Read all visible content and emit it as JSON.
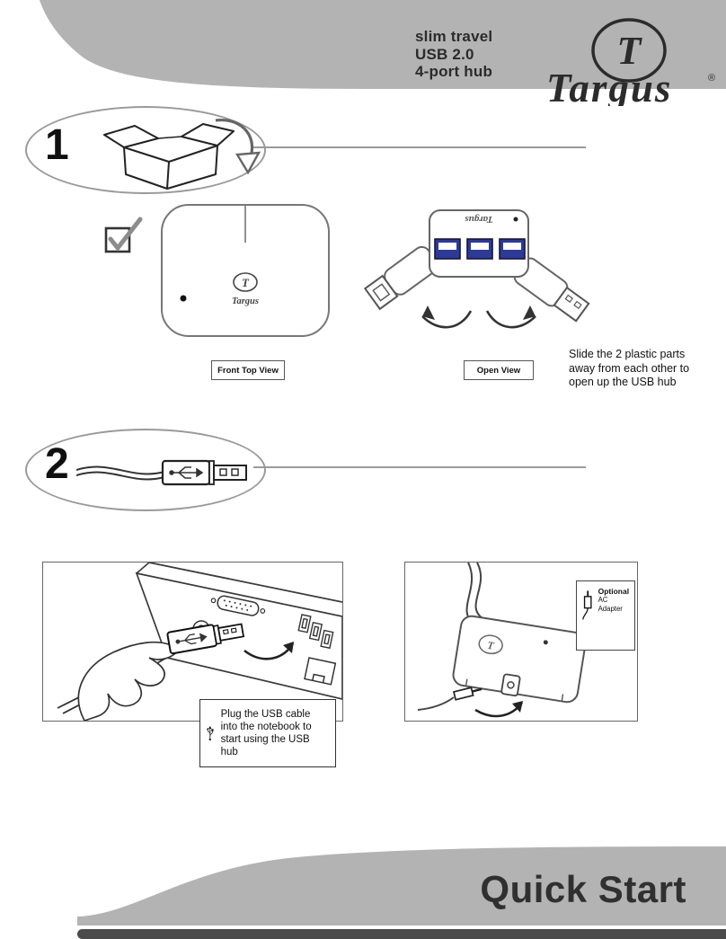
{
  "header": {
    "product_lines": [
      "slim travel",
      "USB 2.0",
      "4-port hub"
    ],
    "brand": "Targus",
    "registered_mark": "®"
  },
  "device": {
    "brand": "Targus"
  },
  "step1": {
    "number": "1",
    "front_label": "Front Top View",
    "open_label": "Open View",
    "note": "Slide the 2 plastic parts away from each other to open up the USB hub"
  },
  "step2": {
    "number": "2",
    "plug_note": "Plug the USB cable into the notebook to start using the USB hub",
    "optional_title": "Optional",
    "optional_subtitle": "AC Adapter"
  },
  "footer": {
    "title": "Quick Start"
  },
  "colors": {
    "swoosh_gray": "#b3b3b3",
    "footer_bar_dark": "#4a4a4a",
    "usb_port_blue": "#2e3a96",
    "text_dark": "#2b2b2b",
    "line_gray": "#9a9a9a"
  }
}
